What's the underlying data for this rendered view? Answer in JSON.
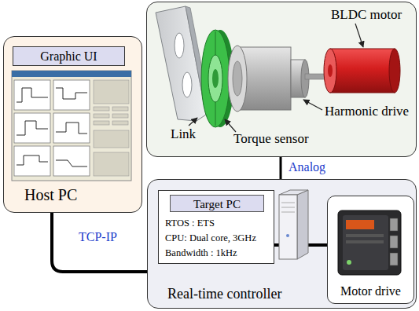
{
  "diagram": {
    "nodes": [
      {
        "text": [
          "BLDC motor",
          "Harmonic drive",
          "Torque sensor",
          "Link"
        ]
      },
      {
        "text": [
          "Host PC"
        ]
      },
      {
        "text": [
          "Graphic UI"
        ],
        "in": 1
      },
      {
        "text": [
          "Real-time controller"
        ]
      },
      {
        "text": [
          "Target PC",
          "RTOS : ETS",
          "CPU: Dual core, 3GHz",
          "Bandwidth : 1kHz"
        ],
        "in": 3
      },
      {
        "text": [
          "Motor drive"
        ],
        "in": 3
      }
    ],
    "edges": [
      {
        "from": 0,
        "to": 3,
        "label": "Analog",
        "arrow": "none"
      },
      {
        "from": 1,
        "to": 3,
        "label": "TCP-IP",
        "arrow": "none"
      },
      {
        "from": 4,
        "to": 5,
        "arrow": "none"
      }
    ]
  }
}
